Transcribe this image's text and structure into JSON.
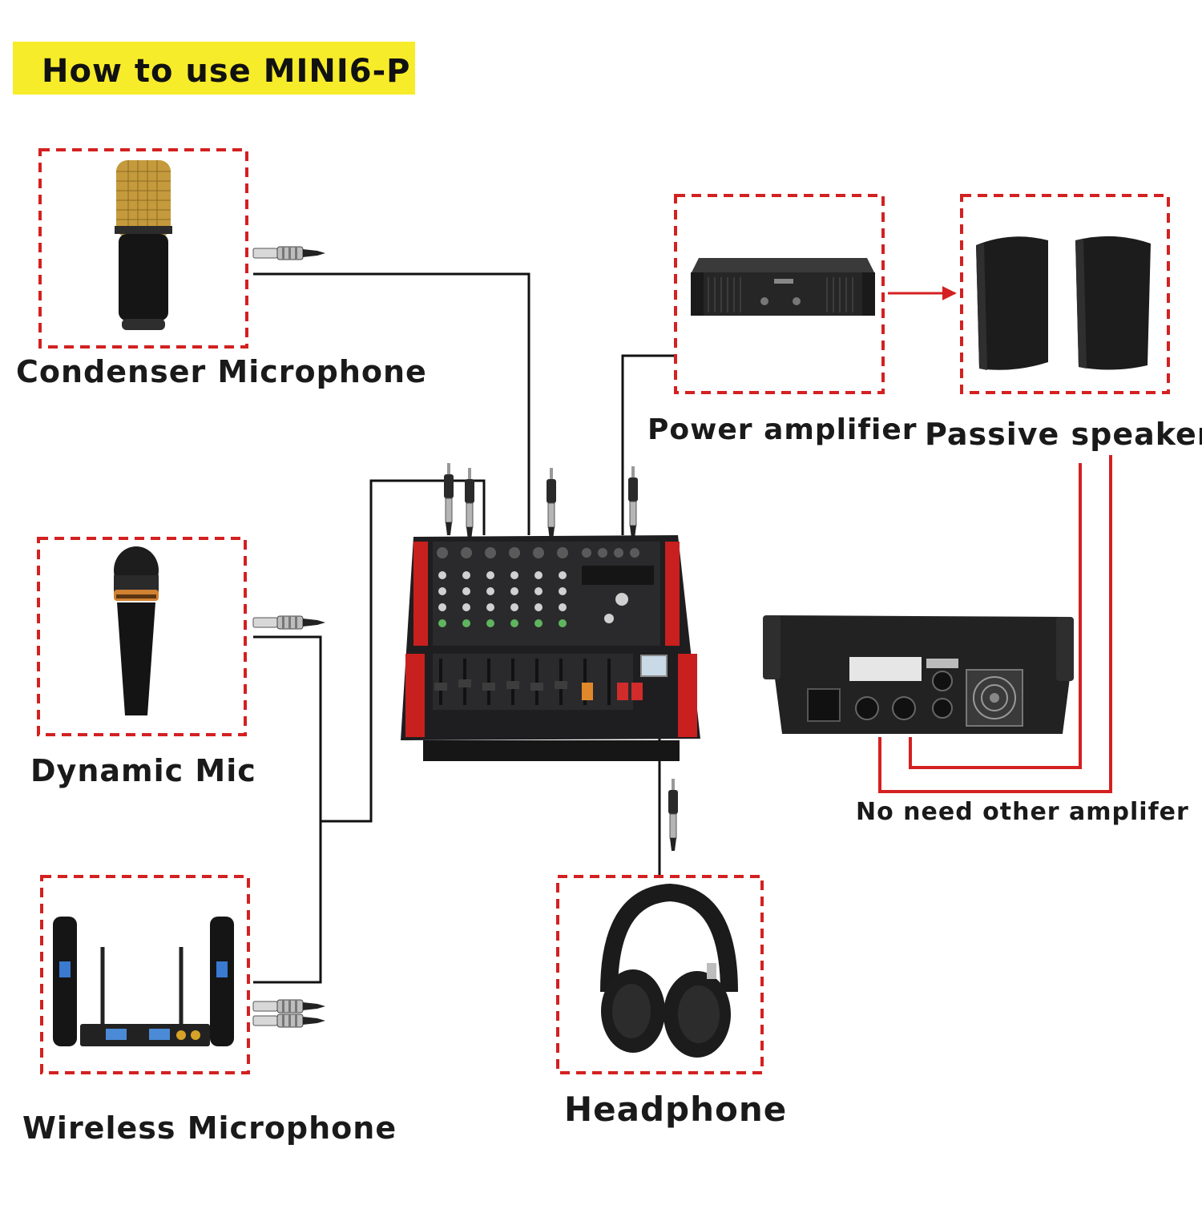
{
  "title": "How to use MINI6-P",
  "labels": {
    "condenser": "Condenser Microphone",
    "power_amp": "Power amplifier",
    "passive_speaker": "Passive speaker",
    "dynamic": "Dynamic Mic",
    "no_need": "No need other amplifer",
    "headphone": "Headphone",
    "wireless": "Wireless Microphone"
  },
  "colors": {
    "title_bg": "#f7ec2a",
    "dashed_border": "#d42020",
    "cable": "#111111",
    "speaker_cable": "#d42020",
    "mixer_body": "#1e1e20",
    "mixer_accent": "#c8201e"
  }
}
